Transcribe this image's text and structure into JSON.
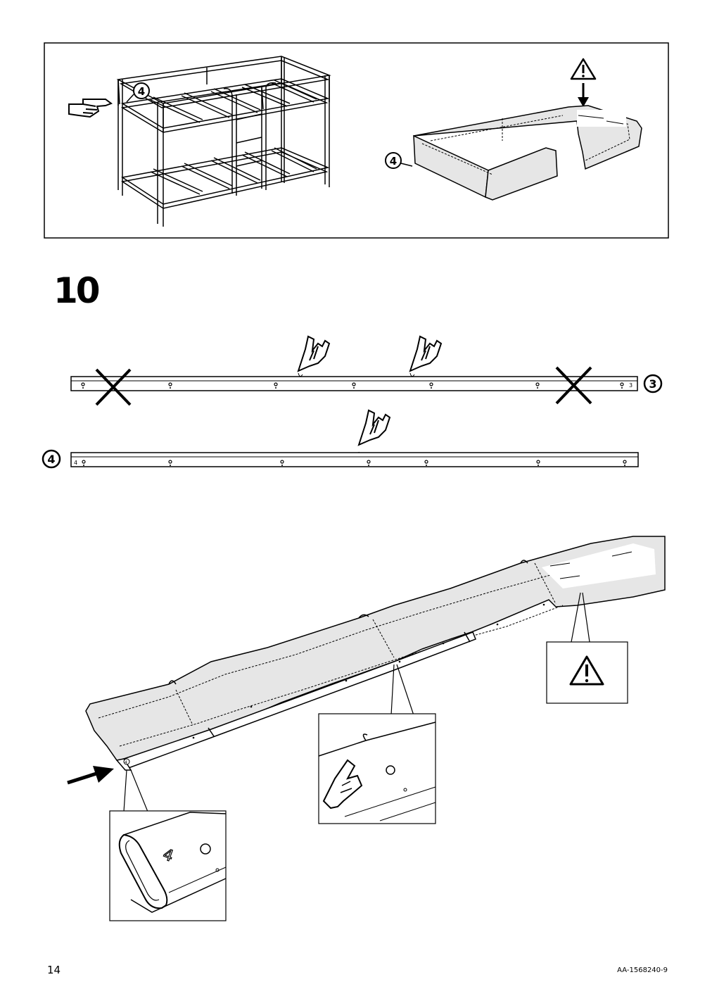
{
  "page": {
    "step_number": "10",
    "page_number": "14",
    "document_code": "AA-1568240-9"
  },
  "labels": {
    "rail_4": "4",
    "rail_3": "3",
    "part_3_badge": "3",
    "part_4_badge": "4",
    "bed_callout_badge": "4",
    "bumper_callout_badge": "4",
    "rail_detail_digit": "4",
    "rail_end_mark": "4"
  },
  "colors": {
    "fabric": "#e6e6e6",
    "line": "#000000",
    "label_area": "#ffffff"
  }
}
